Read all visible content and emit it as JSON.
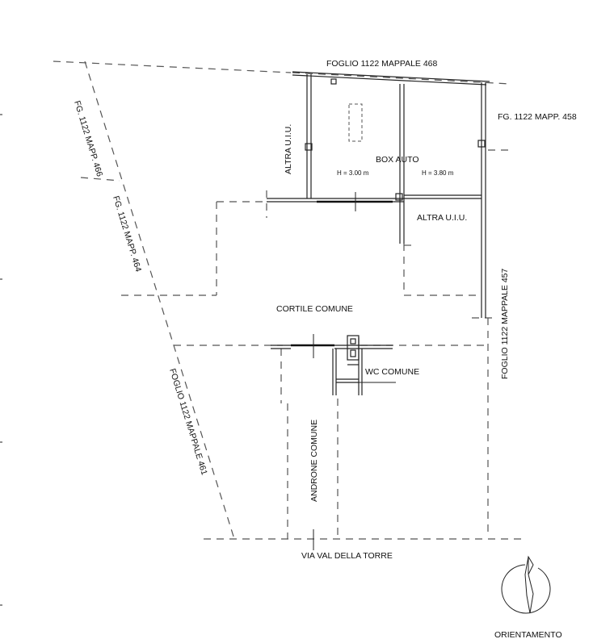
{
  "labels": {
    "north_parcel": "FOGLIO 1122 MAPPALE 468",
    "east_upper_parcel": "FG. 1122 MAPP. 458",
    "east_lower_parcel": "FOGLIO 1122 MAPPALE 457",
    "west_top_parcel": "FG. 1122 MAPP. 466",
    "west_mid_parcel": "FG. 1122 MAPP. 464",
    "west_lower_parcel": "FOGLIO 1122 MAPPALE 461",
    "other_unit_left": "ALTRA U.I.U.",
    "other_unit_right": "ALTRA U.I.U.",
    "garage": "BOX AUTO",
    "garage_height_left": "H = 3.00 m",
    "garage_height_right": "H = 3.80 m",
    "courtyard": "CORTILE COMUNE",
    "wc": "WC COMUNE",
    "passage": "ANDRONE COMUNE",
    "street": "VIA VAL DELLA TORRE",
    "orientation": "ORIENTAMENTO"
  },
  "colors": {
    "lines": "#222222",
    "dashed": "#555555",
    "background": "#ffffff"
  }
}
